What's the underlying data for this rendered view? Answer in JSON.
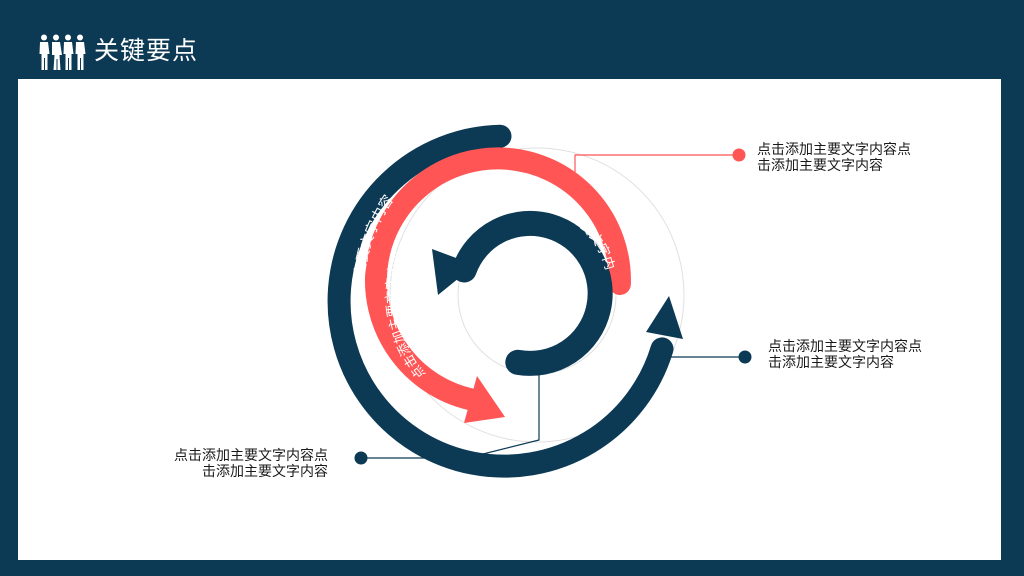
{
  "header": {
    "title": "关键要点",
    "icon": "people-silhouettes-icon"
  },
  "colors": {
    "navy": "#0c3a55",
    "coral": "#ff5555",
    "white": "#ffffff"
  },
  "diagram": {
    "outer_arc_text": "点击添加主要文字内容",
    "middle_arc_text": "点击添加主要文字内容",
    "inner_arc_text": "点击添加主要文字内",
    "callouts": [
      {
        "line1": "点击添加主要文字内容点",
        "line2": "击添加主要文字内容"
      },
      {
        "line1": "点击添加主要文字内容点",
        "line2": "击添加主要文字内容"
      },
      {
        "line1": "点击添加主要文字内容点",
        "line2": "击添加主要文字内容"
      }
    ]
  }
}
